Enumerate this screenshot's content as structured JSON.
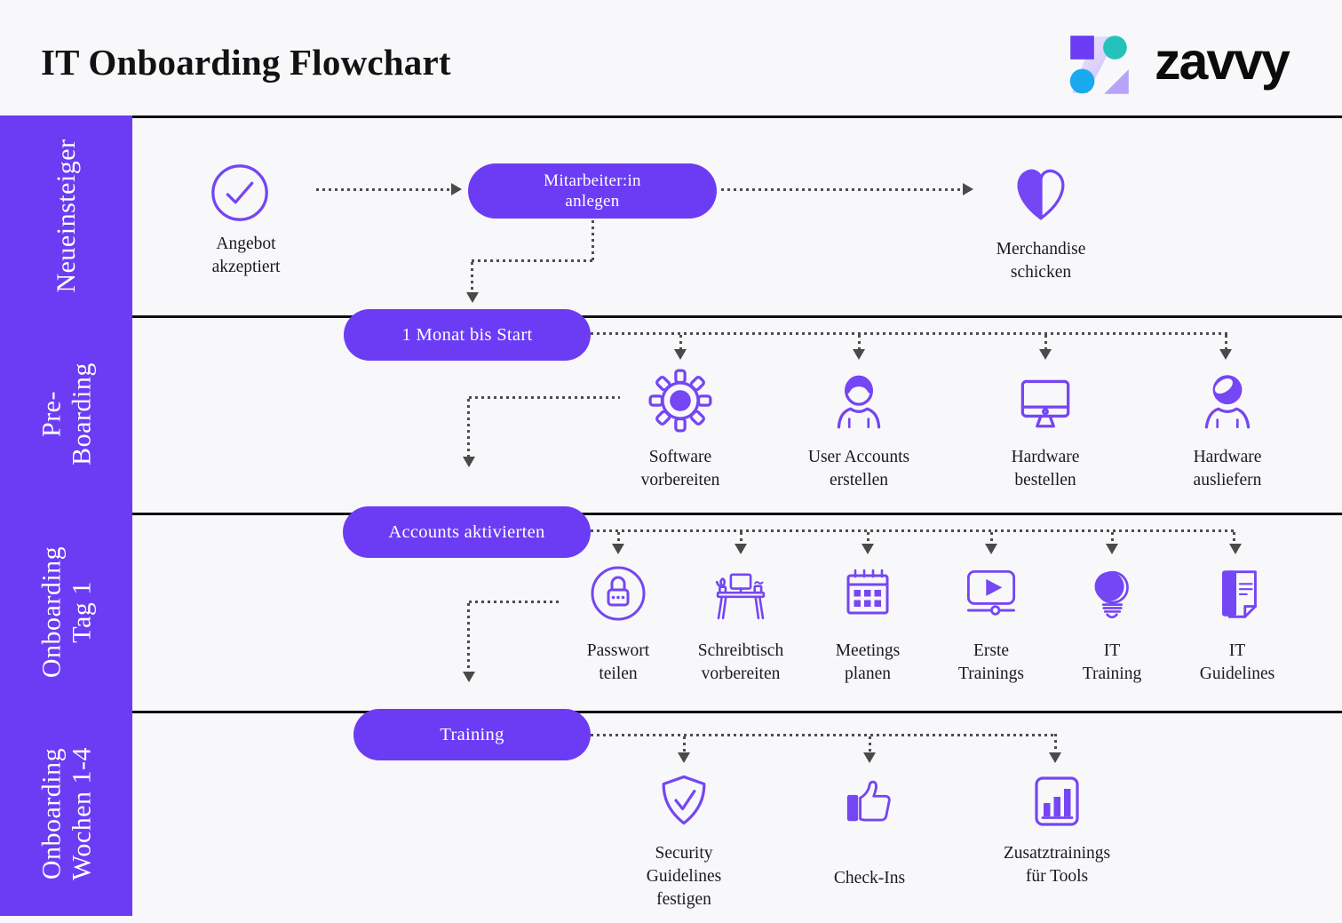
{
  "header": {
    "title": "IT Onboarding Flowchart",
    "brand_name": "zavvy"
  },
  "colors": {
    "purple": "#6C3CF4",
    "icon_purple": "#7546F3",
    "teal": "#25C2BC",
    "blue": "#18A9EE",
    "lavender": "#B7A3F8",
    "background": "#F8F8FA",
    "connector": "#4d4d4d",
    "divider": "#101010",
    "text": "#1b1b1d"
  },
  "lanes": [
    {
      "label": "Neueinsteiger"
    },
    {
      "label": "Pre-\nBoarding"
    },
    {
      "label": "Onboarding\nTag 1"
    },
    {
      "label": "Onboarding\nWochen 1-4"
    }
  ],
  "steps": {
    "angebot": {
      "label": "Angebot\nakzeptiert",
      "icon": "check-circle-icon"
    },
    "mitarbeiter": {
      "label": "Mitarbeiter:in\nanlegen",
      "type": "pill"
    },
    "merchandise": {
      "label": "Merchandise\nschicken",
      "icon": "half-heart-icon"
    },
    "monat": {
      "label": "1 Monat bis Start",
      "type": "pill"
    },
    "software": {
      "label": "Software\nvorbereiten",
      "icon": "gear-icon"
    },
    "user_accounts": {
      "label": "User Accounts\nerstellen",
      "icon": "person-icon"
    },
    "hardware_bestellen": {
      "label": "Hardware\nbestellen",
      "icon": "monitor-icon"
    },
    "hardware_ausliefern": {
      "label": "Hardware\nausliefern",
      "icon": "person-female-icon"
    },
    "accounts": {
      "label": "Accounts aktivierten",
      "type": "pill"
    },
    "passwort": {
      "label": "Passwort\nteilen",
      "icon": "password-lock-icon"
    },
    "schreibtisch": {
      "label": "Schreibtisch\nvorbereiten",
      "icon": "desk-icon"
    },
    "meetings": {
      "label": "Meetings\nplanen",
      "icon": "calendar-icon"
    },
    "erste_trainings": {
      "label": "Erste\nTrainings",
      "icon": "video-player-icon"
    },
    "it_training": {
      "label": "IT\nTraining",
      "icon": "lightbulb-icon"
    },
    "it_guidelines": {
      "label": "IT\nGuidelines",
      "icon": "document-icon"
    },
    "training": {
      "label": "Training",
      "type": "pill"
    },
    "security": {
      "label": "Security\nGuidelines\nfestigen",
      "icon": "shield-check-icon"
    },
    "checkins": {
      "label": "Check-Ins",
      "icon": "thumbs-up-icon"
    },
    "zusatztrainings": {
      "label": "Zusatztrainings\nfür Tools",
      "icon": "bar-chart-icon"
    }
  }
}
